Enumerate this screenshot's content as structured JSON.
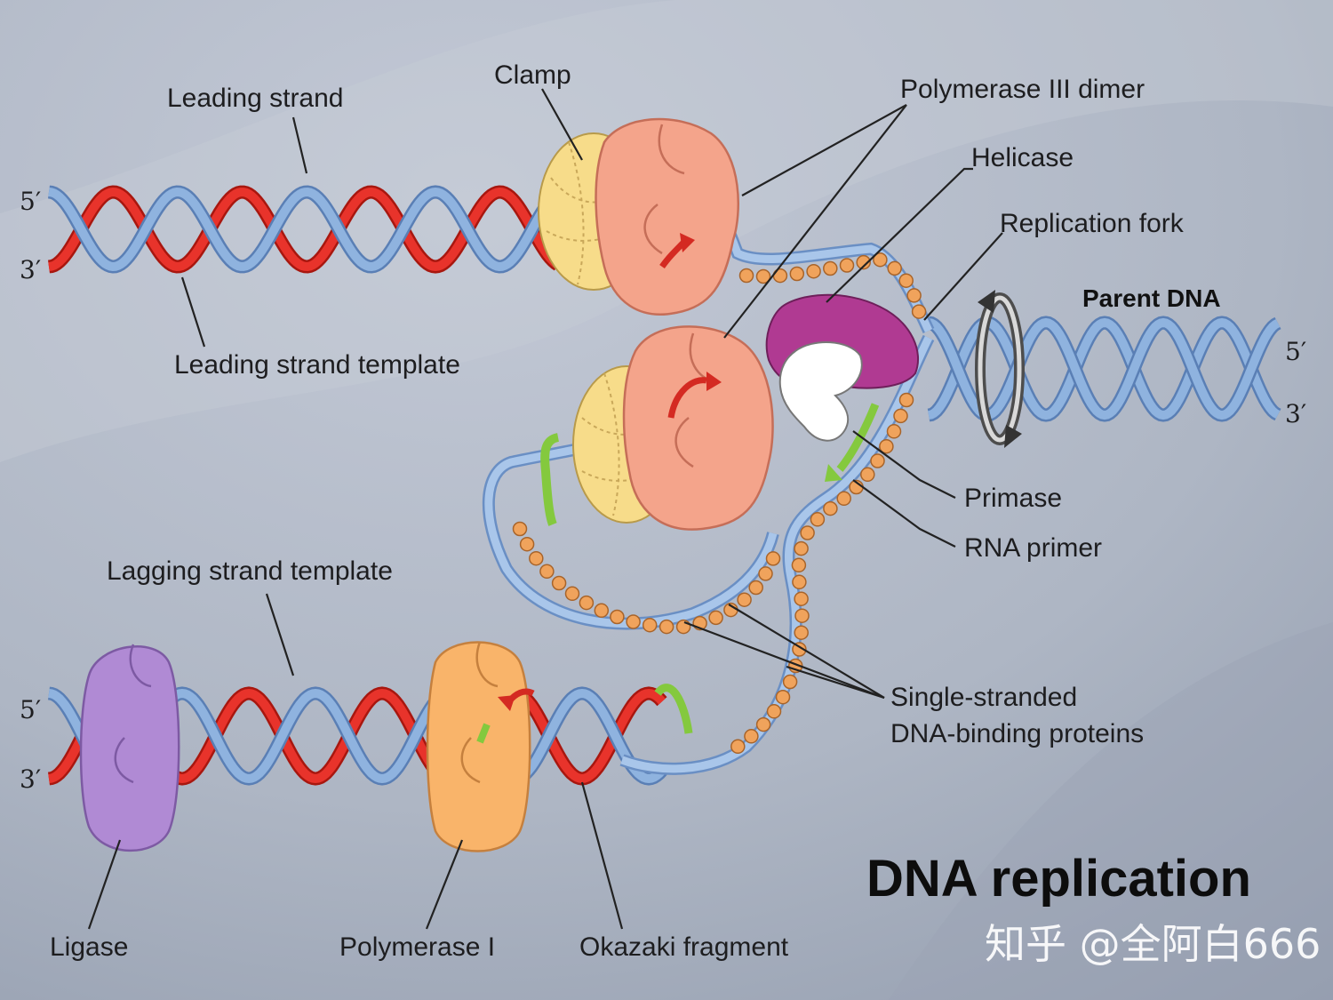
{
  "title": "DNA replication",
  "watermark": "知乎 @全阿白666",
  "labels": {
    "clamp": "Clamp",
    "leading_strand": "Leading strand",
    "leading_strand_template": "Leading strand template",
    "polymerase_iii_dimer": "Polymerase III dimer",
    "helicase": "Helicase",
    "replication_fork": "Replication fork",
    "parent_dna": "Parent DNA",
    "primase": "Primase",
    "rna_primer": "RNA primer",
    "lagging_strand_template": "Lagging strand template",
    "ssb_line1": "Single-stranded",
    "ssb_line2": "DNA-binding proteins",
    "ligase": "Ligase",
    "polymerase_i": "Polymerase I",
    "okazaki_fragment": "Okazaki fragment"
  },
  "strand_ends": {
    "top_left_5": "5′",
    "top_left_3": "3′",
    "right_5": "5′",
    "right_3": "3′",
    "bottom_left_5": "5′",
    "bottom_left_3": "3′"
  },
  "colors": {
    "template_strand": "#8fb3df",
    "new_strand": "#e8332b",
    "rna_primer": "#84c93e",
    "clamp": "#f7dc8a",
    "polymerase_iii": "#f4a48b",
    "helicase": "#b03a92",
    "primase": "#ffffff",
    "ssb": "#f0a35c",
    "ligase": "#b08ad4",
    "polymerase_i": "#f9b46a"
  }
}
